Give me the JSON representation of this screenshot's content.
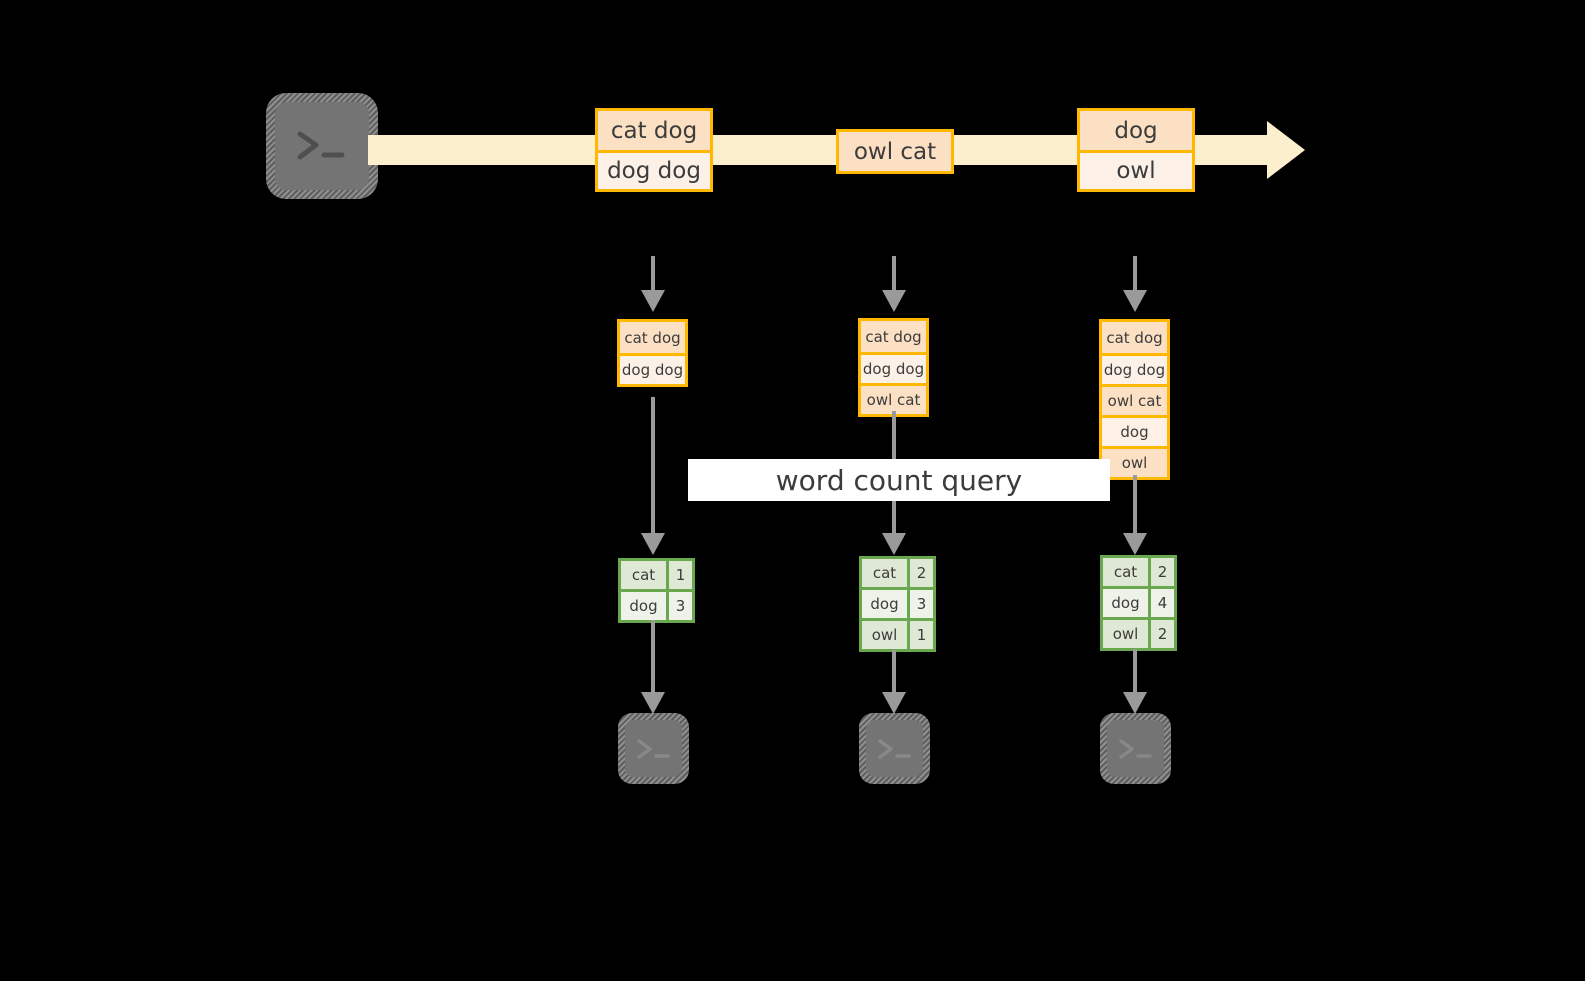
{
  "diagram": {
    "title_label": "word count query",
    "colors": {
      "background": "#000000",
      "stream_fill": "#fcefce",
      "event_border": "#ffb700",
      "event_fill_dark": "#fce0c3",
      "event_fill_light": "#fdf0e6",
      "table_border": "#6aa84f",
      "table_fill_dark": "#dfe8d4",
      "table_fill_light": "#eef2e9",
      "connector": "#9a9a9a",
      "terminal_body": "#747474",
      "label_text": "#3c3c3c"
    },
    "source_terminal": {
      "icon": "terminal-prompt-icon"
    },
    "stream": {
      "events": [
        {
          "lines": [
            "cat dog",
            "dog dog"
          ]
        },
        {
          "lines": [
            "owl cat"
          ]
        },
        {
          "lines": [
            "dog",
            "owl"
          ]
        }
      ]
    },
    "snapshots": [
      {
        "lines": [
          "cat dog",
          "dog dog"
        ]
      },
      {
        "lines": [
          "cat dog",
          "dog dog",
          "owl cat"
        ]
      },
      {
        "lines": [
          "cat dog",
          "dog dog",
          "owl cat",
          "dog",
          "owl"
        ]
      }
    ],
    "results": [
      {
        "rows": [
          {
            "word": "cat",
            "count": "1"
          },
          {
            "word": "dog",
            "count": "3"
          }
        ]
      },
      {
        "rows": [
          {
            "word": "cat",
            "count": "2"
          },
          {
            "word": "dog",
            "count": "3"
          },
          {
            "word": "owl",
            "count": "1"
          }
        ]
      },
      {
        "rows": [
          {
            "word": "cat",
            "count": "2"
          },
          {
            "word": "dog",
            "count": "4"
          },
          {
            "word": "owl",
            "count": "2"
          }
        ]
      }
    ],
    "sink_terminals": [
      {
        "icon": "terminal-prompt-icon"
      },
      {
        "icon": "terminal-prompt-icon"
      },
      {
        "icon": "terminal-prompt-icon"
      }
    ]
  }
}
